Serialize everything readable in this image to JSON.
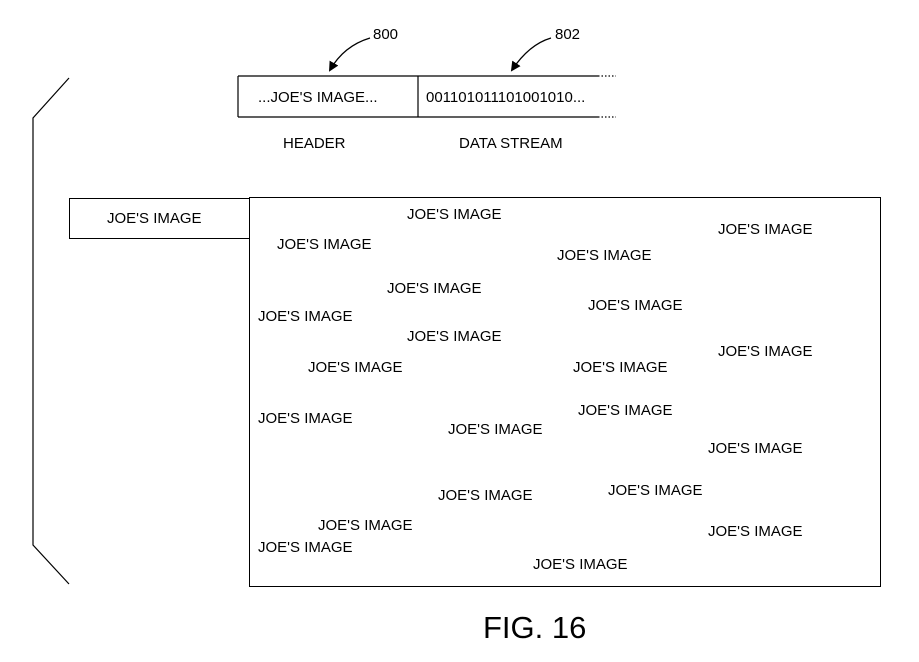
{
  "refs": {
    "header_ref": "800",
    "stream_ref": "802"
  },
  "record": {
    "header_text": "...JOE'S IMAGE...",
    "stream_text": "001101011101001010...",
    "header_label": "HEADER",
    "stream_label": "DATA STREAM"
  },
  "tag": {
    "label": "JOE'S IMAGE"
  },
  "image_area": {
    "watermarks": [
      "JOE'S IMAGE",
      "JOE'S IMAGE",
      "JOE'S IMAGE",
      "JOE'S IMAGE",
      "JOE'S IMAGE",
      "JOE'S IMAGE",
      "JOE'S IMAGE",
      "JOE'S IMAGE",
      "JOE'S IMAGE",
      "JOE'S IMAGE",
      "JOE'S IMAGE",
      "JOE'S IMAGE",
      "JOE'S IMAGE",
      "JOE'S IMAGE",
      "JOE'S IMAGE",
      "JOE'S IMAGE",
      "JOE'S IMAGE",
      "JOE'S IMAGE",
      "JOE'S IMAGE",
      "JOE'S IMAGE",
      "JOE'S IMAGE",
      "JOE'S IMAGE"
    ]
  },
  "figure": {
    "caption": "FIG. 16"
  }
}
